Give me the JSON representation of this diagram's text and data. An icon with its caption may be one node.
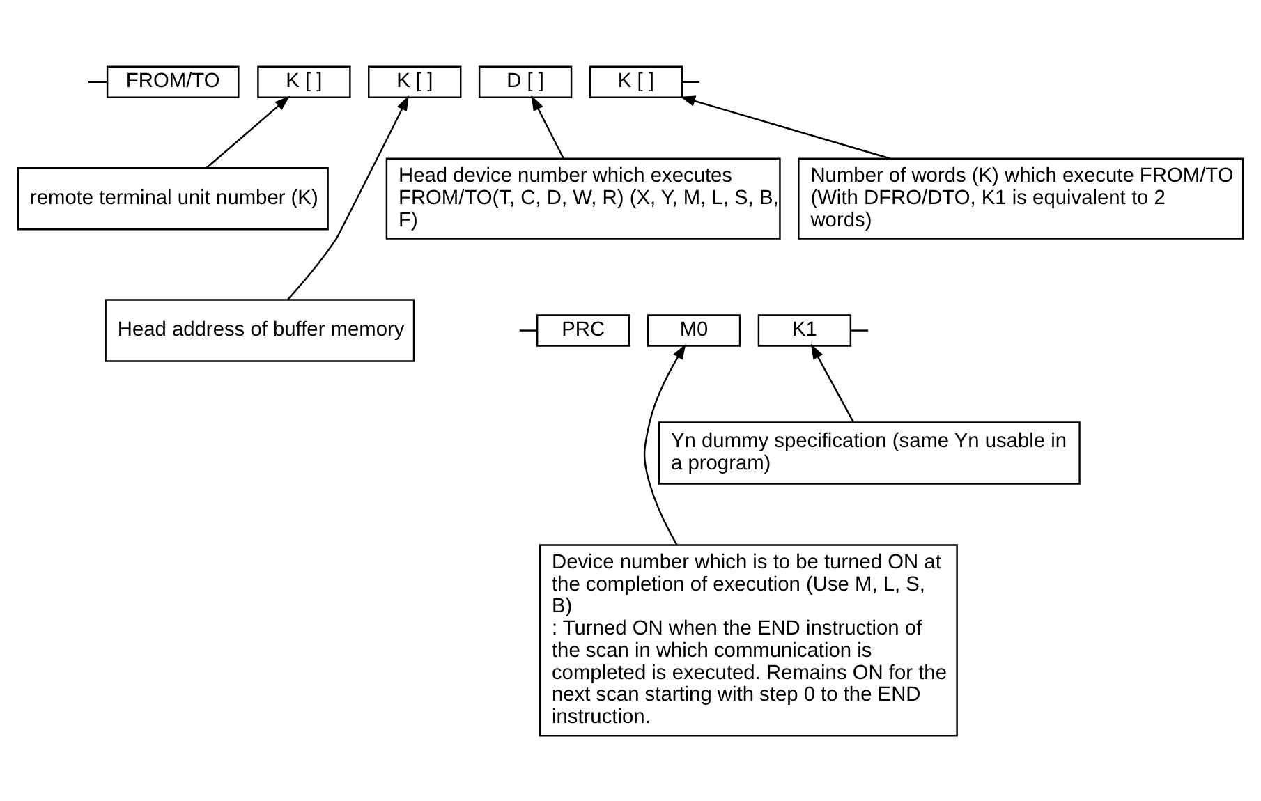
{
  "diagram": {
    "nodes": [
      {
        "text": [
          "FROM/TO"
        ]
      },
      {
        "text": [
          "K [ ]"
        ]
      },
      {
        "text": [
          "K [ ]"
        ]
      },
      {
        "text": [
          "D [ ]"
        ]
      },
      {
        "text": [
          "K [ ]"
        ]
      },
      {
        "text": [
          "Number of words (K) which execute FROM/TO (With DFRO/DTO, K1 is equivalent to 2 words)"
        ]
      },
      {
        "text": [
          "remote terminal unit number (K)"
        ]
      },
      {
        "text": [
          "Head device number which executes FROM/TO(T, C, D, W, R) (X, Y, M, L, S, B, F)"
        ]
      },
      {
        "text": [
          "Head address of buffer memory"
        ]
      },
      {
        "text": [
          "PRC"
        ]
      },
      {
        "text": [
          "M0"
        ]
      },
      {
        "text": [
          "K1"
        ]
      },
      {
        "text": [
          "Yn dummy specification (same Yn usable in a program)"
        ]
      },
      {
        "text": [
          "Device number which is to be turned ON at the completion of execution (Use M, L, S, B)",
          ": Turned ON when the END instruction of the scan in which communication is completed is executed. Remains ON for the next scan starting with step 0 to the END instruction."
        ]
      }
    ],
    "edges": [
      {
        "from": null,
        "to": 0,
        "arrow": "none"
      },
      {
        "from": 4,
        "to": null,
        "arrow": "none"
      },
      {
        "from": 5,
        "to": 4,
        "arrow": "to"
      },
      {
        "from": 6,
        "to": 1,
        "arrow": "to"
      },
      {
        "from": 7,
        "to": 3,
        "arrow": "to"
      },
      {
        "from": 8,
        "to": 2,
        "arrow": "to"
      },
      {
        "from": null,
        "to": 9,
        "arrow": "none"
      },
      {
        "from": 11,
        "to": null,
        "arrow": "none"
      },
      {
        "from": 12,
        "to": 11,
        "arrow": "to"
      },
      {
        "from": 13,
        "to": 10,
        "arrow": "to"
      }
    ]
  }
}
